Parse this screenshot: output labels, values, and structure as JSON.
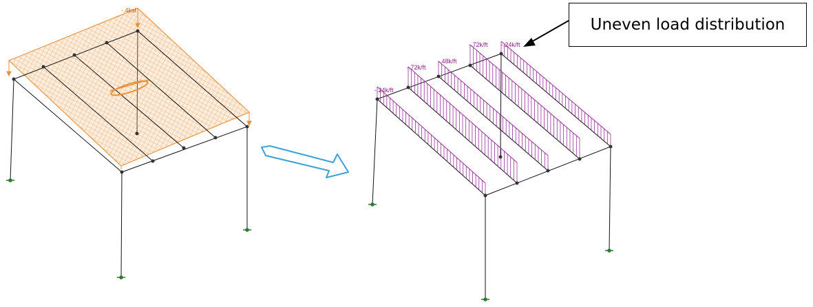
{
  "left_model": {
    "area_load_label": "-.4ksf",
    "colors": {
      "load": "#e8913a",
      "frame": "#111111",
      "support": "#2c7a2c"
    }
  },
  "right_model": {
    "line_loads": [
      {
        "label": "-.24k/ft",
        "id": "load-line-1"
      },
      {
        "label": "-.72k/ft",
        "id": "load-line-2"
      },
      {
        "label": "-.48k/ft",
        "id": "load-line-3"
      },
      {
        "label": "-.72k/ft",
        "id": "load-line-4"
      },
      {
        "label": "-.24k/ft",
        "id": "load-line-5"
      }
    ],
    "colors": {
      "load": "#9b2f9b",
      "frame": "#111111",
      "support": "#2c7a2c"
    }
  },
  "transition_arrow": {
    "color": "#3aa0d8"
  },
  "callout": {
    "text": "Uneven load distribution"
  }
}
